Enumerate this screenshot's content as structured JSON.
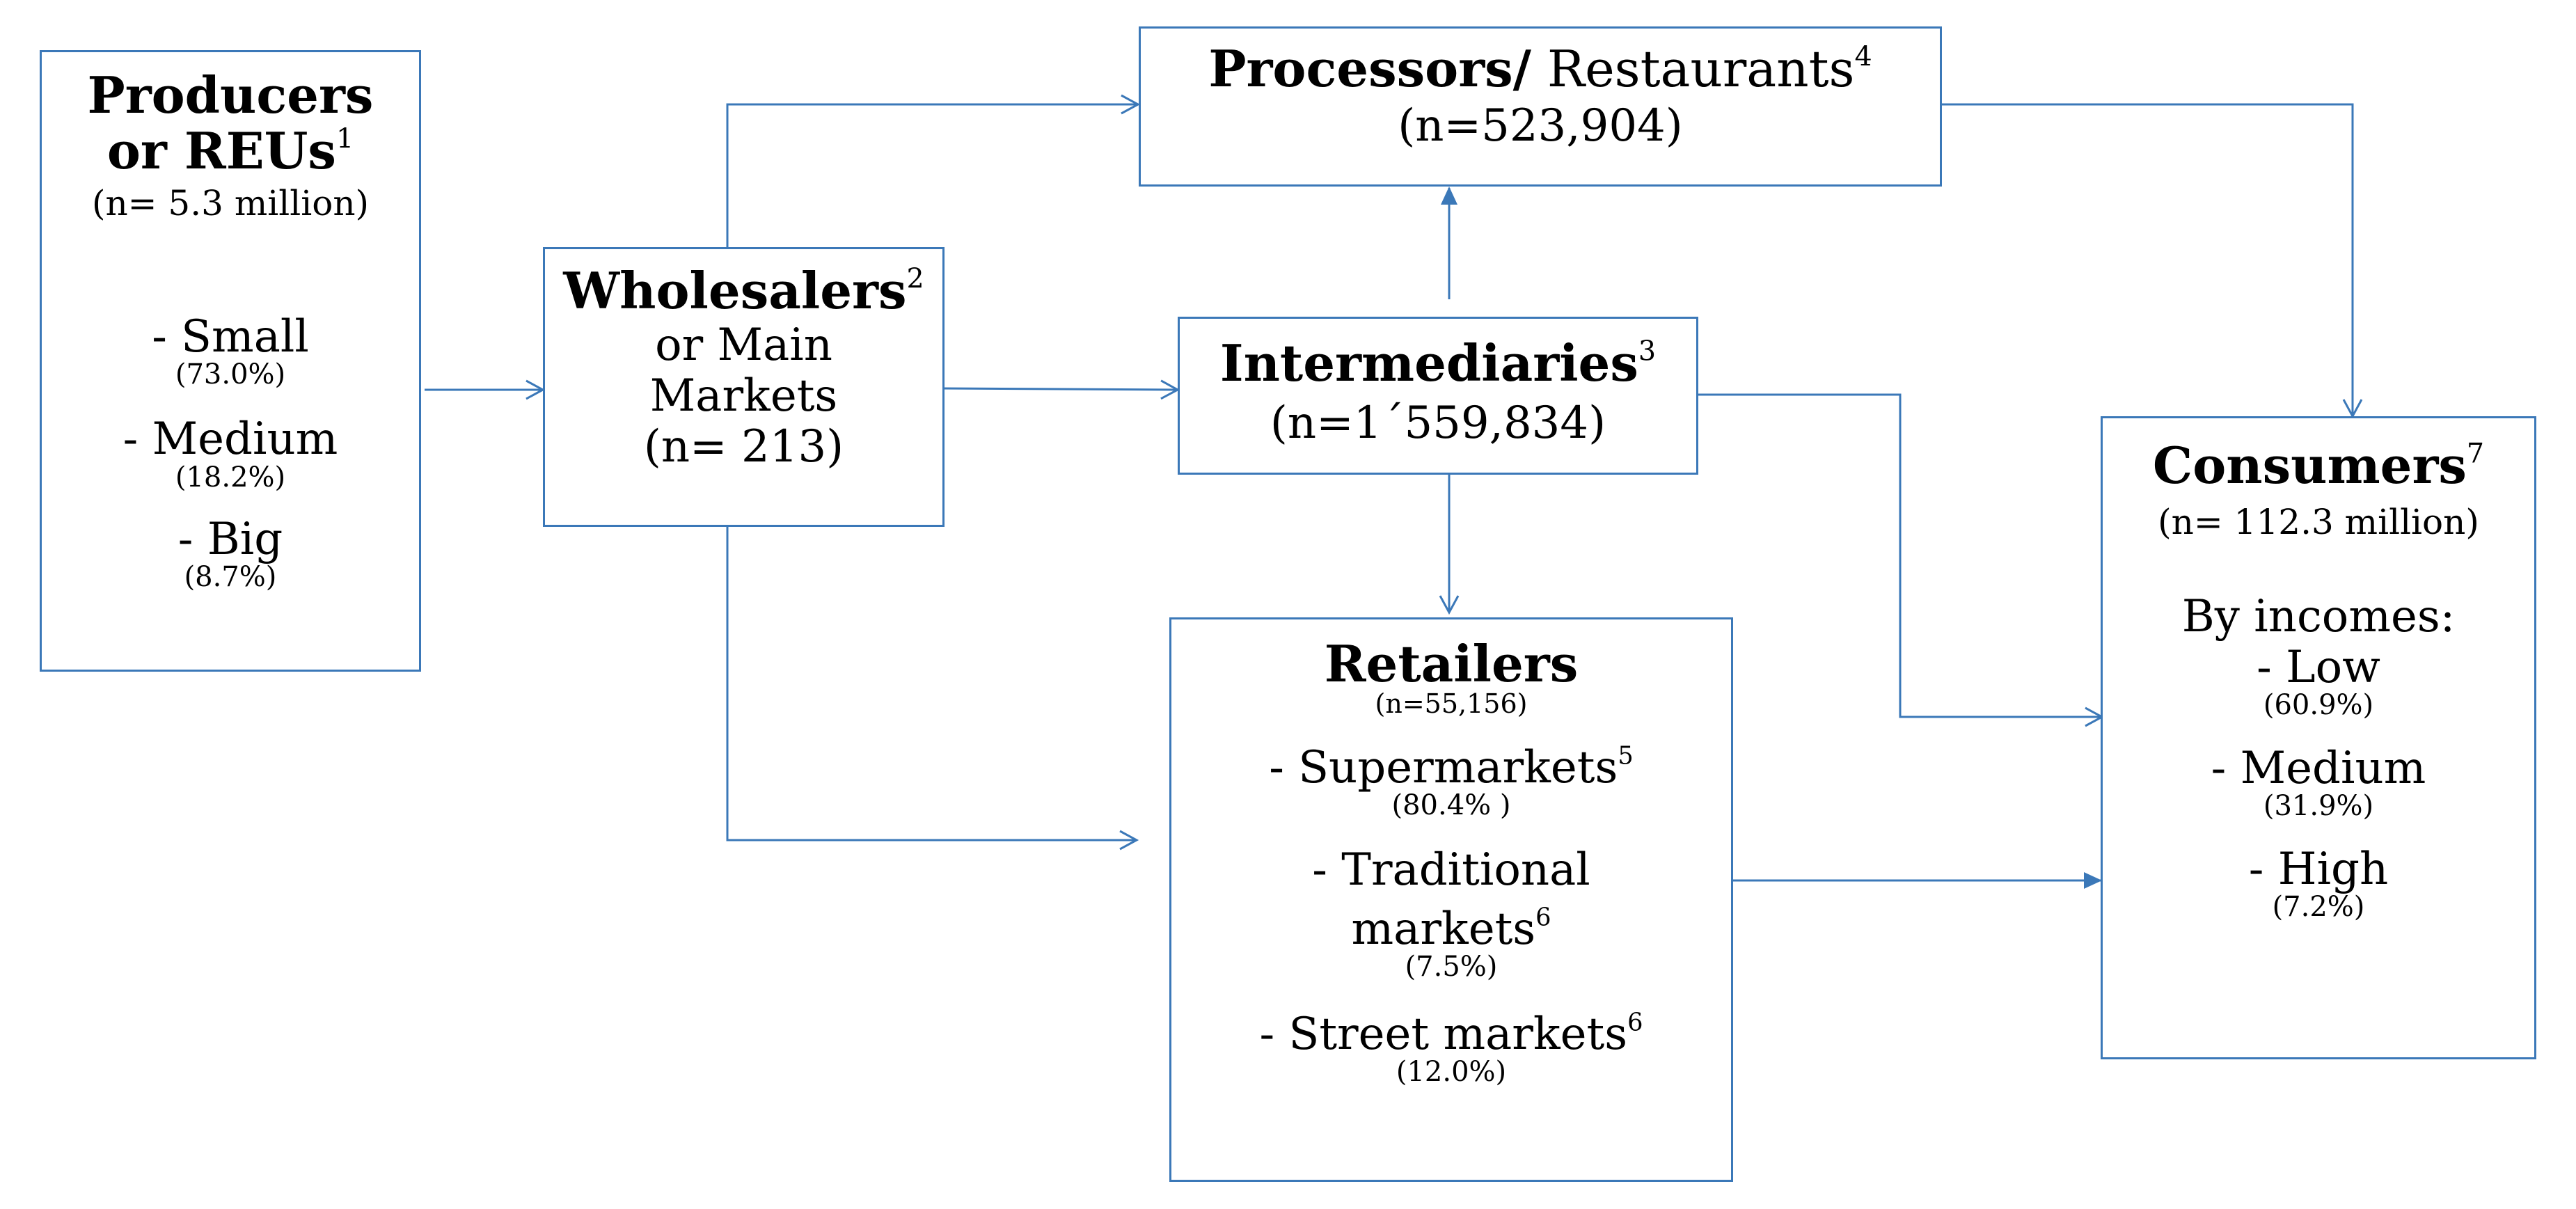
{
  "producers": {
    "title_line1": "Producers",
    "title_line2": "or REUs",
    "sup": "1",
    "count": "(n= 5.3 million)",
    "sizes": [
      {
        "label": "- Small",
        "pct": "(73.0%)"
      },
      {
        "label": "- Medium",
        "pct": "(18.2%)"
      },
      {
        "label": "- Big",
        "pct": "(8.7%)"
      }
    ]
  },
  "wholesalers": {
    "title": "Wholesalers",
    "sup": "2",
    "line2": "or Main",
    "line3": "Markets",
    "count": "(n= 213)"
  },
  "processors": {
    "title_bold": "Processors/",
    "title_rest": " Restaurants",
    "sup": "4",
    "count": "(n=523,904)"
  },
  "intermediaries": {
    "title": "Intermediaries",
    "sup": "3",
    "count": "(n=1´559,834)"
  },
  "retailers": {
    "title": "Retailers",
    "count": "(n=55,156)",
    "items": [
      {
        "label": "- Supermarkets",
        "sup": "5",
        "pct": "(80.4% )"
      },
      {
        "label_line1": "- Traditional",
        "label_line2": "markets",
        "sup": "6",
        "pct": "(7.5%)"
      },
      {
        "label": "- Street markets",
        "sup": "6",
        "pct": "(12.0%)"
      }
    ]
  },
  "consumers": {
    "title": "Consumers",
    "sup": "7",
    "count": "(n= 112.3 million)",
    "by_incomes": "By incomes:",
    "levels": [
      {
        "label": "- Low",
        "pct": "(60.9%)"
      },
      {
        "label": "- Medium",
        "pct": "(31.9%)"
      },
      {
        "label": "- High",
        "pct": "(7.2%)"
      }
    ]
  },
  "colors": {
    "box_border": "#3b78b8",
    "arrow": "#3b78b8"
  }
}
